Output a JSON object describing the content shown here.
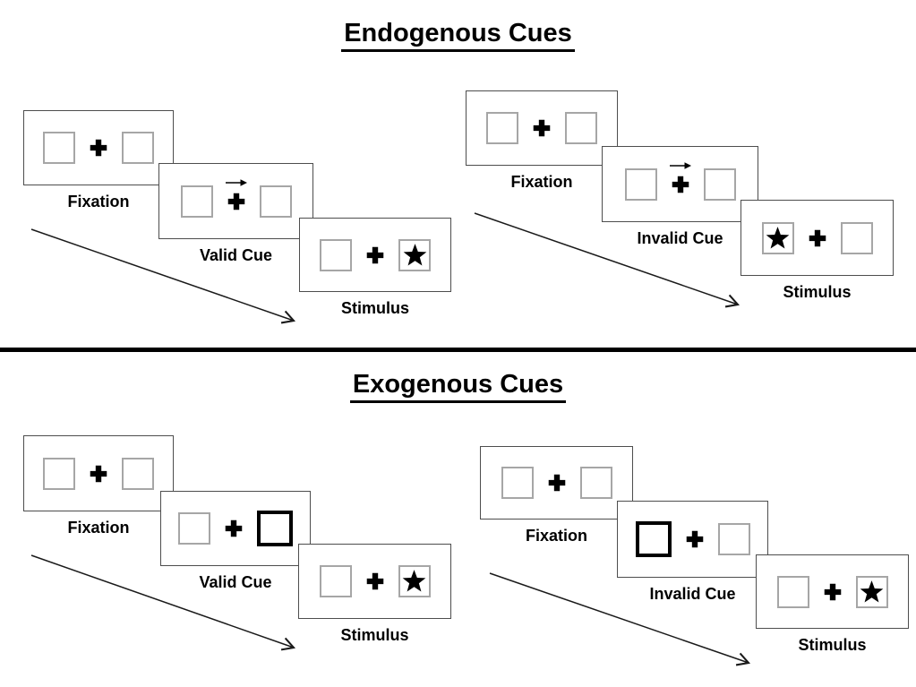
{
  "colors": {
    "ink": "#000000",
    "card_border": "#4d4d4d",
    "box_border": "#a6a6a6",
    "bold_box_border": "#000000",
    "background": "#ffffff"
  },
  "icons": {
    "fixation_cross": "plus-icon",
    "cue_arrow": "right-arrow-icon",
    "target": "star-icon",
    "timeline": "diagonal-arrow-icon"
  },
  "sections": [
    {
      "title": "Endogenous Cues",
      "panels": [
        {
          "name": "endogenous-valid",
          "cards": [
            {
              "label": "Fixation",
              "left_box": "empty",
              "center": "cross",
              "right_box": "empty"
            },
            {
              "label": "Valid Cue",
              "left_box": "empty",
              "center": "cross-with-right-arrow",
              "right_box": "empty"
            },
            {
              "label": "Stimulus",
              "left_box": "empty",
              "center": "cross",
              "right_box": "star"
            }
          ]
        },
        {
          "name": "endogenous-invalid",
          "cards": [
            {
              "label": "Fixation",
              "left_box": "empty",
              "center": "cross",
              "right_box": "empty"
            },
            {
              "label": "Invalid Cue",
              "left_box": "empty",
              "center": "cross-with-right-arrow",
              "right_box": "empty"
            },
            {
              "label": "Stimulus",
              "left_box": "star",
              "center": "cross",
              "right_box": "empty"
            }
          ]
        }
      ]
    },
    {
      "title": "Exogenous Cues",
      "panels": [
        {
          "name": "exogenous-valid",
          "cards": [
            {
              "label": "Fixation",
              "left_box": "empty",
              "center": "cross",
              "right_box": "empty"
            },
            {
              "label": "Valid Cue",
              "left_box": "empty",
              "center": "cross",
              "right_box": "bold-outline"
            },
            {
              "label": "Stimulus",
              "left_box": "empty",
              "center": "cross",
              "right_box": "star"
            }
          ]
        },
        {
          "name": "exogenous-invalid",
          "cards": [
            {
              "label": "Fixation",
              "left_box": "empty",
              "center": "cross",
              "right_box": "empty"
            },
            {
              "label": "Invalid Cue",
              "left_box": "bold-outline",
              "center": "cross",
              "right_box": "empty"
            },
            {
              "label": "Stimulus",
              "left_box": "empty",
              "center": "cross",
              "right_box": "star"
            }
          ]
        }
      ]
    }
  ]
}
